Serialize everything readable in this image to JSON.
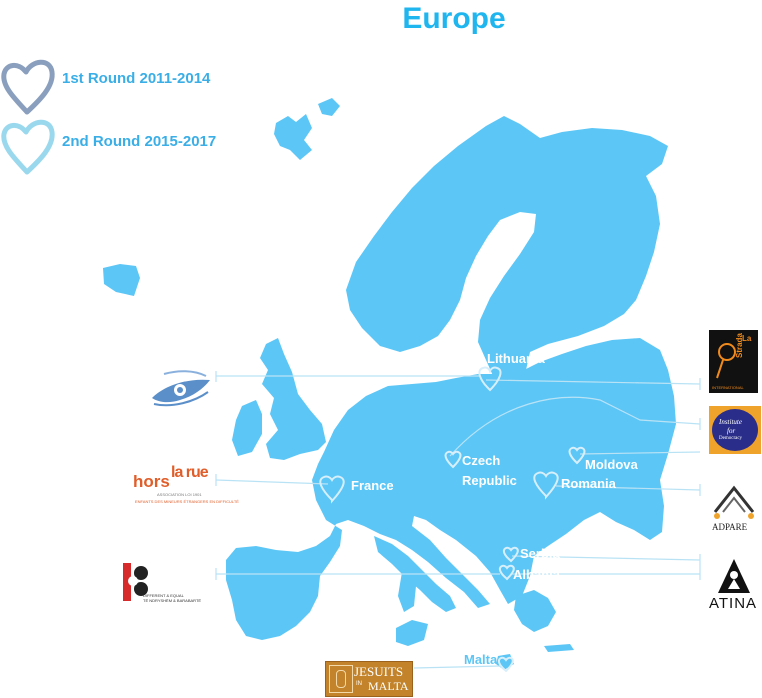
{
  "title": "Europe",
  "legend": [
    {
      "label": "1st Round 2011-2014",
      "color": "#8a9fbd"
    },
    {
      "label": "2nd Round 2015-2017",
      "color": "#9ad8ee"
    }
  ],
  "colors": {
    "land": "#5cc6f6",
    "title": "#1fb5ee",
    "line": "#b9e3f5",
    "label": "#ffffff"
  },
  "countries": {
    "lithuania": "Lithuania",
    "czech": [
      "Czech",
      "Republic"
    ],
    "moldova": "Moldova",
    "romania": "Romania",
    "france": "France",
    "serbia": "Serbia",
    "albania": "Albania",
    "malta": "Malta"
  },
  "logos": {
    "hors": {
      "word1": "hors",
      "word2": "la rue",
      "sub1": "ASSOCIATION LOI 1901",
      "sub2": "ENFANTS DES MINEURS ÉTRANGERS EN DIFFICULTÉ"
    },
    "different": {
      "line1": "DIFFERENT & EQUAL",
      "line2": "TË NDRYSHËM & BARABARTË"
    },
    "jesuits": {
      "line1": "JESUITS",
      "in": "IN",
      "line2": "MALTA"
    },
    "lastrada": {
      "name1": "La",
      "name2": "Strada",
      "sub": "INTERNATIONAL"
    },
    "institute": {
      "line1": "Institute",
      "line2": "for",
      "line3": "Democracy"
    },
    "adpare": {
      "name": "ADPARE"
    },
    "atina": {
      "name": "ATINA"
    }
  }
}
